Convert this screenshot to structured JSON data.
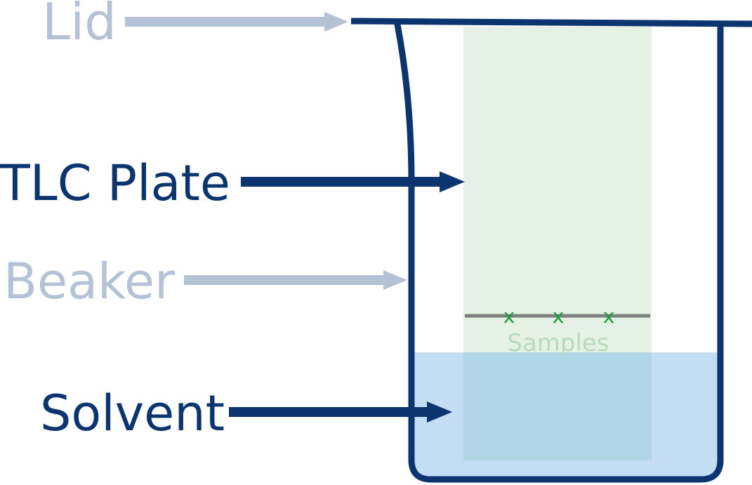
{
  "labels": {
    "lid": "Lid",
    "tlc_plate": "TLC Plate",
    "beaker": "Beaker",
    "solvent": "Solvent",
    "samples": "Samples"
  },
  "sample_marks": [
    "x",
    "x",
    "x"
  ],
  "colors": {
    "dark_navy": "#0c3570",
    "faded_label": "#b5c1d4",
    "plate_fill": "#e5f1e5",
    "solvent_fill": "#c2ddf4",
    "overlap_fill": "#b0d6e6",
    "baseline": "#7f7f7f",
    "sample_mark": "#1a9c3c",
    "samples_text": "#b7dcbc"
  }
}
